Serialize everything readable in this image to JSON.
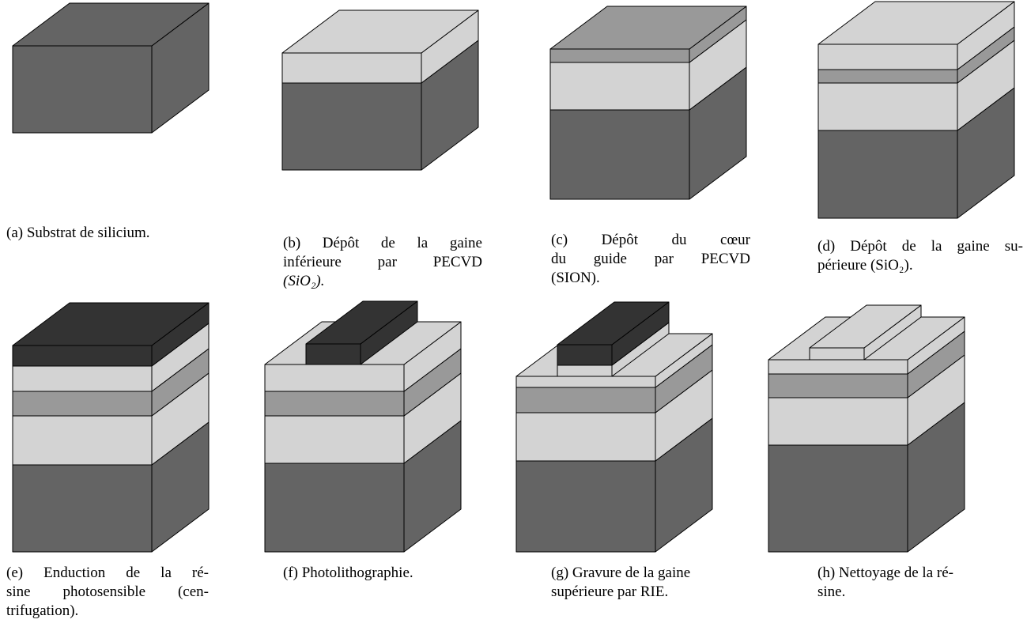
{
  "colors": {
    "substrate": "#646464",
    "lower_cladding": "#d3d3d3",
    "core": "#999999",
    "upper_cladding": "#d3d3d3",
    "resist": "#333333",
    "edge": "#000000",
    "background": "#ffffff"
  },
  "captions": {
    "a": {
      "lines": [
        "(a) Substrat de silicium."
      ]
    },
    "b": {
      "lines": [
        "(b) Dépôt de la gaine",
        "inférieure par PECVD",
        "(SiO₂)."
      ]
    },
    "c": {
      "lines": [
        "(c) Dépôt du cœur",
        "du guide par PECVD",
        "(SION)."
      ]
    },
    "d": {
      "lines": [
        "(d) Dépôt de la gaine su-",
        "périeure (SiO₂)."
      ]
    },
    "e": {
      "lines": [
        "(e) Enduction de la ré-",
        "sine photosensible (cen-",
        "trifugation)."
      ]
    },
    "f": {
      "lines": [
        "(f) Photolithographie."
      ]
    },
    "g": {
      "lines": [
        "(g) Gravure de la gaine",
        "supérieure par RIE."
      ]
    },
    "h": {
      "lines": [
        "(h) Nettoyage de la ré-",
        "sine."
      ]
    }
  }
}
